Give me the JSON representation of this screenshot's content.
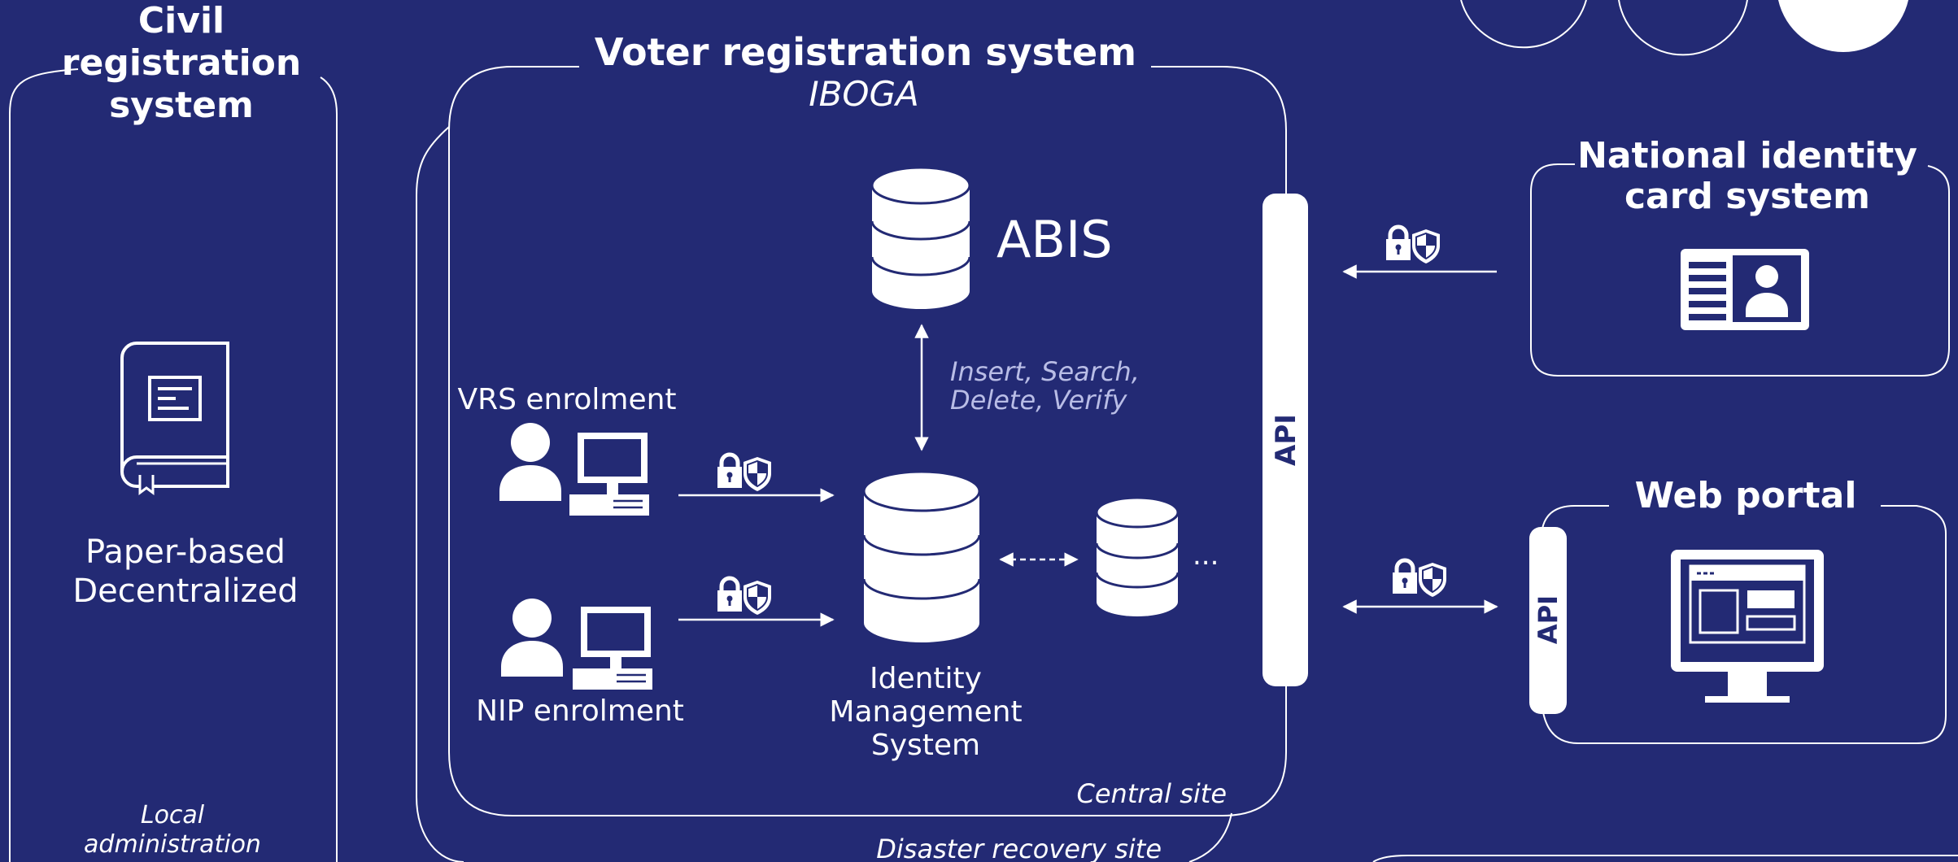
{
  "colors": {
    "background": "#232a74",
    "foreground": "#ffffff",
    "muted_text": "#b9bde6"
  },
  "civil": {
    "title_lines": [
      "Civil",
      "registration",
      "system"
    ],
    "desc_lines": [
      "Paper-based",
      "Decentralized"
    ],
    "footer_lines": [
      "Local",
      "administration"
    ],
    "icon": "book-icon"
  },
  "vrs": {
    "title": "Voter registration system",
    "subtitle": "IBOGA",
    "abis_label": "ABIS",
    "ops_lines": [
      "Insert, Search,",
      "Delete, Verify"
    ],
    "vrs_enrolment": "VRS enrolment",
    "nip_enrolment": "NIP enrolment",
    "ims_lines": [
      "Identity",
      "Management",
      "System"
    ],
    "ellipsis": "...",
    "central_site": "Central site",
    "dr_site": "Disaster recovery site",
    "api_label": "API"
  },
  "nid": {
    "title_lines": [
      "National identity",
      "card system"
    ],
    "icon": "id-card-icon"
  },
  "web": {
    "title": "Web portal",
    "api_label": "API",
    "icon": "monitor-icon"
  }
}
